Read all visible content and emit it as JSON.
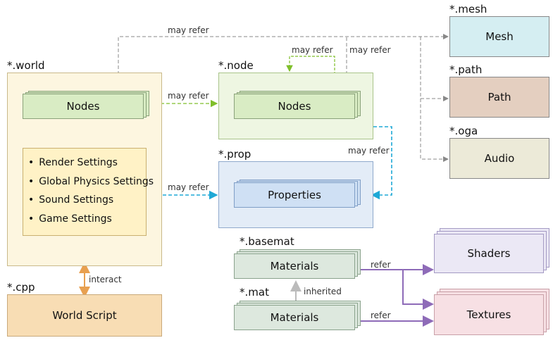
{
  "files": {
    "world": {
      "ext": "*.world",
      "nodes_label": "Nodes",
      "settings": [
        "Render Settings",
        "Global Physics Settings",
        "Sound Settings",
        "Game Settings"
      ]
    },
    "node": {
      "ext": "*.node",
      "nodes_label": "Nodes"
    },
    "prop": {
      "ext": "*.prop",
      "properties_label": "Properties"
    },
    "mesh": {
      "ext": "*.mesh",
      "label": "Mesh"
    },
    "path": {
      "ext": "*.path",
      "label": "Path"
    },
    "oga": {
      "ext": "*.oga",
      "label": "Audio"
    },
    "cpp": {
      "ext": "*.cpp",
      "label": "World Script"
    },
    "basemat": {
      "ext": "*.basemat",
      "label": "Materials"
    },
    "mat": {
      "ext": "*.mat",
      "label": "Materials"
    },
    "shaders": {
      "label": "Shaders"
    },
    "textures": {
      "label": "Textures"
    }
  },
  "edges": {
    "world_to_mesh": "may refer",
    "world_nodes_to_node": "may refer",
    "node_self": "may refer",
    "node_to_mesh": "may refer",
    "node_to_prop": "may refer",
    "world_to_prop": "may refer",
    "world_cpp": "interact",
    "basemat_to_shaders": "refer",
    "mat_to_basemat": "inherited",
    "mat_to_textures": "refer"
  },
  "colors": {
    "world_fill": "#fdf6e0",
    "settings_fill": "#fff2c6",
    "node_fill": "#eef6e2",
    "nodes_card": "#d9ecc4",
    "prop_fill": "#e3ecf7",
    "properties_card": "#cfe0f4",
    "mesh": "#d5eef2",
    "path": "#e4cfc0",
    "audio": "#ecead8",
    "cpp": "#f8ddb4",
    "materials": "#dde8de",
    "shaders": "#ebe8f5",
    "textures": "#f7e0e4",
    "green_arrow": "#7fbf2a",
    "blue_arrow": "#1ea8d6",
    "gray_arrow": "#888888",
    "orange_arrow": "#e8a050",
    "purple_arrow": "#8e6bb8"
  }
}
